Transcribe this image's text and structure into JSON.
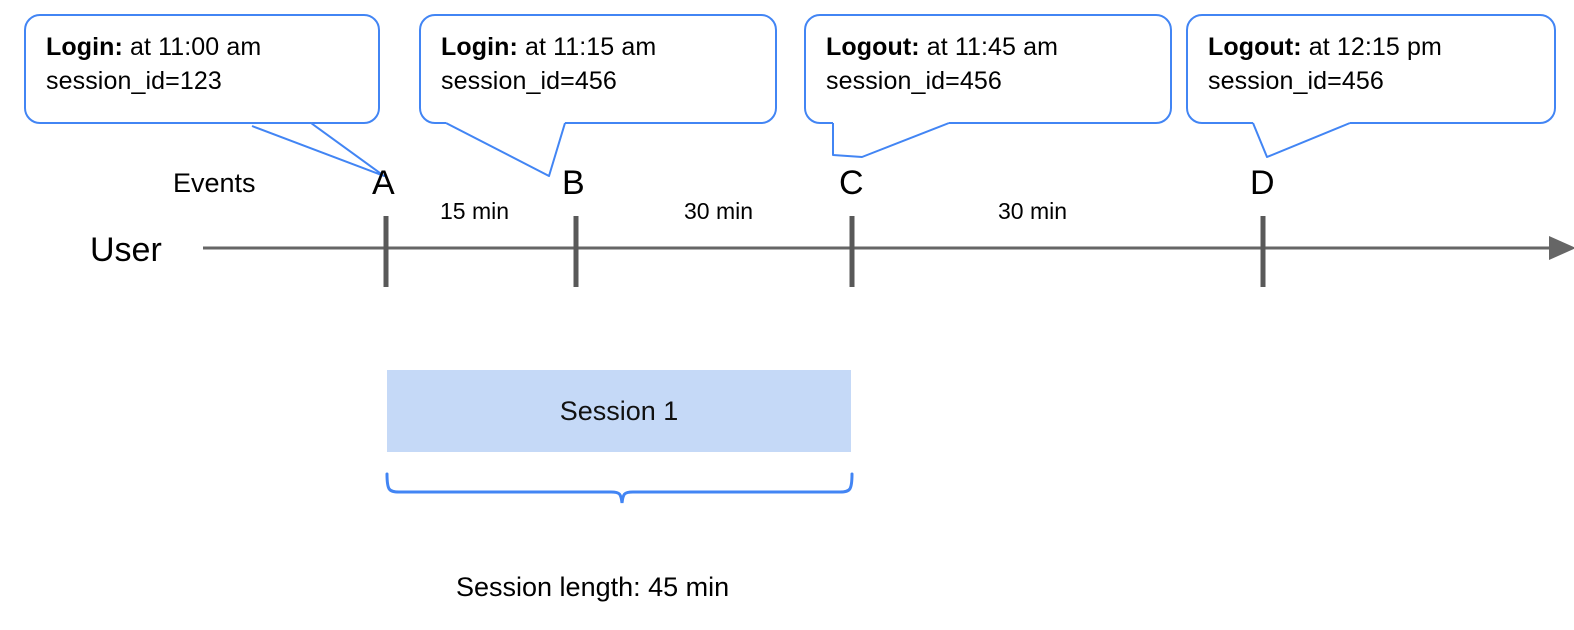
{
  "diagram": {
    "type": "timeline",
    "row_labels": {
      "events": "Events",
      "user": "User"
    },
    "events": [
      {
        "letter": "A",
        "action": "Login:",
        "detail": " at 11:00 am",
        "session": "session_id=123"
      },
      {
        "letter": "B",
        "action": "Login:",
        "detail": " at 11:15 am",
        "session": "session_id=456"
      },
      {
        "letter": "C",
        "action": "Logout:",
        "detail": " at 11:45 am",
        "session": "session_id=456"
      },
      {
        "letter": "D",
        "action": "Logout:",
        "detail": " at 12:15 pm",
        "session": "session_id=456"
      }
    ],
    "gaps": [
      {
        "label": "15 min",
        "from": "A",
        "to": "B"
      },
      {
        "label": "30 min",
        "from": "B",
        "to": "C"
      },
      {
        "label": "30 min",
        "from": "C",
        "to": "D"
      }
    ],
    "session": {
      "bar_label": "Session 1",
      "caption": "Session length: 45 min"
    },
    "colors": {
      "callout_border": "#4285f4",
      "brace": "#4285f4",
      "session_bar": "#c5d9f7",
      "axis": "#666666",
      "tick": "#595959"
    }
  }
}
